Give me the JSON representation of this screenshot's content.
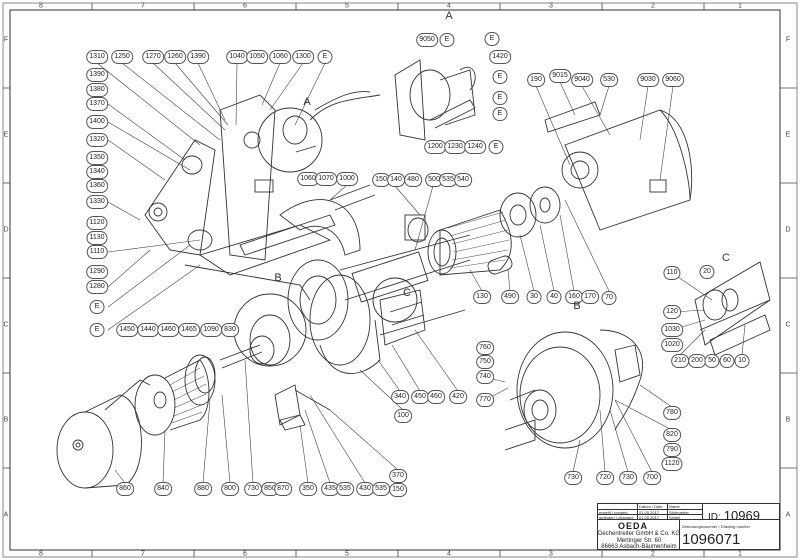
{
  "border": {
    "columns": [
      "8",
      "7",
      "6",
      "5",
      "4",
      "3",
      "2",
      "1"
    ],
    "rows": [
      "F",
      "E",
      "D",
      "C",
      "B",
      "A"
    ]
  },
  "detail_labels": {
    "a_main": "A",
    "a_inset": "A",
    "b_main": "B",
    "b_inset": "B",
    "c_main": "C",
    "c_inset": "C"
  },
  "callouts": [
    "1310",
    "1250",
    "1270",
    "1260",
    "1390",
    "1040",
    "1050",
    "1060",
    "1300",
    "E",
    "1390",
    "1380",
    "1370",
    "1400",
    "1320",
    "1350",
    "1340",
    "1360",
    "1330",
    "1120",
    "1130",
    "1110",
    "1290",
    "1280",
    "E",
    "E",
    "1450",
    "1440",
    "1460",
    "1465",
    "1090",
    "830",
    "1060",
    "1070",
    "1000",
    "150",
    "140",
    "480",
    "500",
    "535",
    "540",
    "130",
    "490",
    "30",
    "40",
    "160",
    "170",
    "70",
    "340",
    "450",
    "460",
    "420",
    "100",
    "760",
    "750",
    "740",
    "770",
    "780",
    "820",
    "790",
    "1120",
    "730",
    "720",
    "730",
    "700",
    "110",
    "20",
    "120",
    "1030",
    "1020",
    "210",
    "200",
    "50",
    "60",
    "10",
    "860",
    "840",
    "880",
    "800",
    "730",
    "850",
    "870",
    "350",
    "435",
    "535",
    "430",
    "535",
    "370",
    "150",
    "9050",
    "E",
    "E",
    "1420",
    "E",
    "E",
    "E",
    "1200",
    "1230",
    "1240",
    "E",
    "190",
    "9015",
    "9040",
    "530",
    "9030",
    "9060"
  ],
  "title_block": {
    "date_header": "Datum / Date",
    "name_header": "Name",
    "created_label": "erstellt / created",
    "created_date": "01.05.2017",
    "created_name": "Stöhrgeber",
    "changed_label": "geändert / changed",
    "changed_date": "01.05.2017",
    "changed_name": "Seidel",
    "id_label": "ID:",
    "id_value": "10969",
    "company_logo": "OEDA",
    "company_name": "Dechentreiter GmbH & Co. KG",
    "street": "Mertinger Str. 60",
    "city": "86663 Asbach-Bäumenheim",
    "drawing_number_label": "Zeichnungsnummer / Drawing number",
    "drawing_number": "1096071"
  }
}
